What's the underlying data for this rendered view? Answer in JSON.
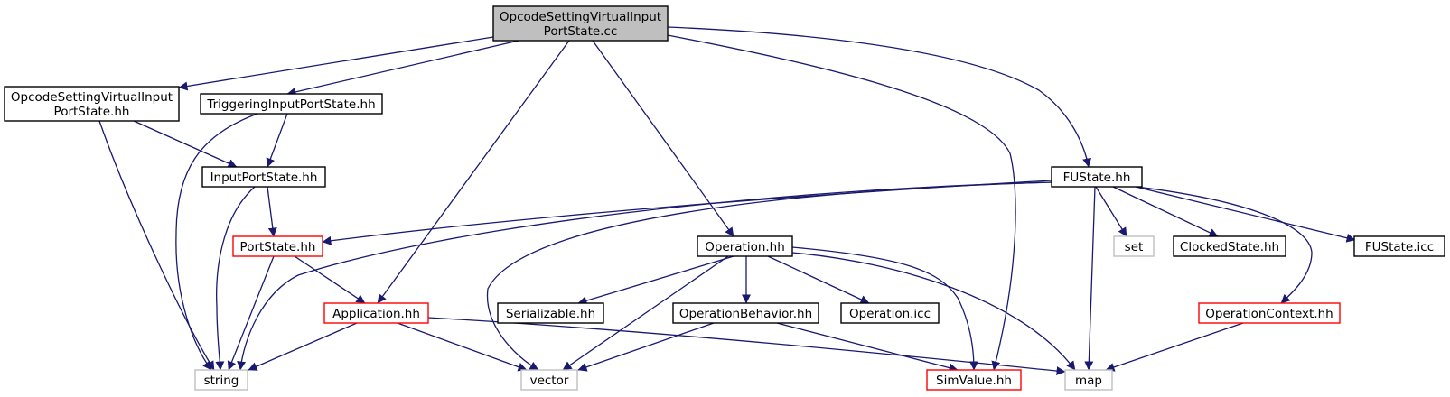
{
  "colors": {
    "edge": "#191970",
    "normal_border": "#000000",
    "truncated_border": "#ff0000",
    "external_border": "#bfbfbf",
    "root_fill": "#bfbfbf",
    "fill": "#ffffff"
  },
  "diagram": {
    "title": "",
    "nodes": [
      {
        "id": "root",
        "lines": [
          "OpcodeSettingVirtualInput",
          "PortState.cc"
        ],
        "kind": "root"
      },
      {
        "id": "osvips_hh",
        "lines": [
          "OpcodeSettingVirtualInput",
          "PortState.hh"
        ],
        "kind": "normal"
      },
      {
        "id": "trig_hh",
        "lines": [
          "TriggeringInputPortState.hh"
        ],
        "kind": "normal"
      },
      {
        "id": "inport_hh",
        "lines": [
          "InputPortState.hh"
        ],
        "kind": "normal"
      },
      {
        "id": "portstate_hh",
        "lines": [
          "PortState.hh"
        ],
        "kind": "truncated"
      },
      {
        "id": "application_hh",
        "lines": [
          "Application.hh"
        ],
        "kind": "truncated"
      },
      {
        "id": "string",
        "lines": [
          "string"
        ],
        "kind": "external"
      },
      {
        "id": "vector",
        "lines": [
          "vector"
        ],
        "kind": "external"
      },
      {
        "id": "operation_hh",
        "lines": [
          "Operation.hh"
        ],
        "kind": "normal"
      },
      {
        "id": "serializable_hh",
        "lines": [
          "Serializable.hh"
        ],
        "kind": "normal"
      },
      {
        "id": "opbehavior_hh",
        "lines": [
          "OperationBehavior.hh"
        ],
        "kind": "normal"
      },
      {
        "id": "operation_icc",
        "lines": [
          "Operation.icc"
        ],
        "kind": "normal"
      },
      {
        "id": "simvalue_hh",
        "lines": [
          "SimValue.hh"
        ],
        "kind": "truncated"
      },
      {
        "id": "map",
        "lines": [
          "map"
        ],
        "kind": "external"
      },
      {
        "id": "fustate_hh",
        "lines": [
          "FUState.hh"
        ],
        "kind": "normal"
      },
      {
        "id": "set",
        "lines": [
          "set"
        ],
        "kind": "external"
      },
      {
        "id": "clockedstate_hh",
        "lines": [
          "ClockedState.hh"
        ],
        "kind": "normal"
      },
      {
        "id": "fustate_icc",
        "lines": [
          "FUState.icc"
        ],
        "kind": "normal"
      },
      {
        "id": "opcontext_hh",
        "lines": [
          "OperationContext.hh"
        ],
        "kind": "truncated"
      }
    ],
    "edges": [
      {
        "from": "root",
        "to": "osvips_hh"
      },
      {
        "from": "root",
        "to": "trig_hh"
      },
      {
        "from": "root",
        "to": "application_hh"
      },
      {
        "from": "root",
        "to": "operation_hh"
      },
      {
        "from": "root",
        "to": "simvalue_hh"
      },
      {
        "from": "root",
        "to": "fustate_hh"
      },
      {
        "from": "osvips_hh",
        "to": "inport_hh"
      },
      {
        "from": "osvips_hh",
        "to": "string"
      },
      {
        "from": "trig_hh",
        "to": "inport_hh"
      },
      {
        "from": "trig_hh",
        "to": "string"
      },
      {
        "from": "inport_hh",
        "to": "portstate_hh"
      },
      {
        "from": "inport_hh",
        "to": "string"
      },
      {
        "from": "portstate_hh",
        "to": "application_hh"
      },
      {
        "from": "portstate_hh",
        "to": "string"
      },
      {
        "from": "application_hh",
        "to": "string"
      },
      {
        "from": "application_hh",
        "to": "vector"
      },
      {
        "from": "application_hh",
        "to": "map"
      },
      {
        "from": "operation_hh",
        "to": "serializable_hh"
      },
      {
        "from": "operation_hh",
        "to": "opbehavior_hh"
      },
      {
        "from": "operation_hh",
        "to": "operation_icc"
      },
      {
        "from": "operation_hh",
        "to": "vector"
      },
      {
        "from": "operation_hh",
        "to": "simvalue_hh"
      },
      {
        "from": "operation_hh",
        "to": "map"
      },
      {
        "from": "opbehavior_hh",
        "to": "vector"
      },
      {
        "from": "opbehavior_hh",
        "to": "simvalue_hh"
      },
      {
        "from": "fustate_hh",
        "to": "portstate_hh"
      },
      {
        "from": "fustate_hh",
        "to": "string"
      },
      {
        "from": "fustate_hh",
        "to": "vector"
      },
      {
        "from": "fustate_hh",
        "to": "set"
      },
      {
        "from": "fustate_hh",
        "to": "clockedstate_hh"
      },
      {
        "from": "fustate_hh",
        "to": "fustate_icc"
      },
      {
        "from": "fustate_hh",
        "to": "opcontext_hh"
      },
      {
        "from": "fustate_hh",
        "to": "map"
      },
      {
        "from": "opcontext_hh",
        "to": "map"
      }
    ]
  }
}
